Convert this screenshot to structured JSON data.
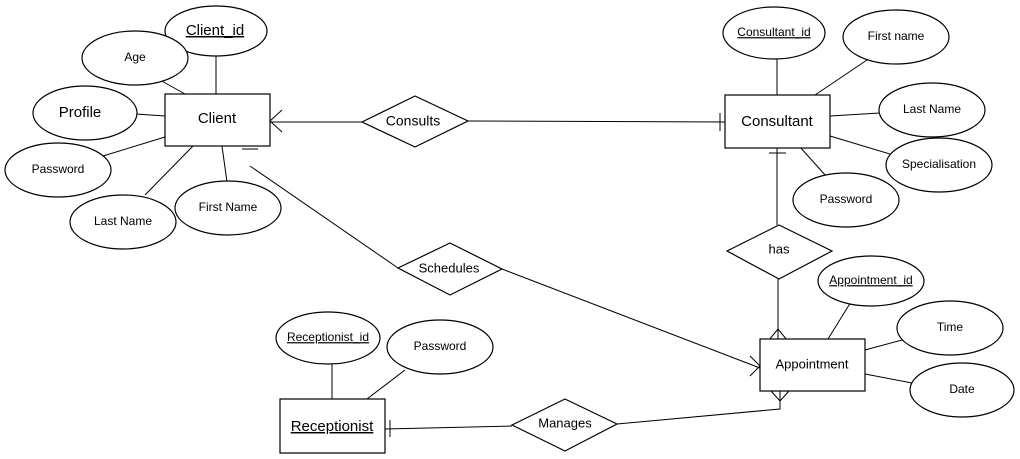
{
  "entities": {
    "client": "Client",
    "consultant": "Consultant",
    "appointment": "Appointment",
    "receptionist": "Receptionist"
  },
  "relationships": {
    "consults": "Consults",
    "schedules": "Schedules",
    "has": "has",
    "manages": "Manages"
  },
  "client_attributes": {
    "client_id": "Client_id",
    "age": "Age",
    "profile": "Profile",
    "password": "Password",
    "last_name": "Last Name",
    "first_name": "First Name"
  },
  "consultant_attributes": {
    "consultant_id": "Consultant_id",
    "first_name": "First name",
    "last_name": "Last Name",
    "specialisation": "Specialisation",
    "password": "Password"
  },
  "appointment_attributes": {
    "appointment_id": "Appointment_id",
    "time": "Time",
    "date": "Date"
  },
  "receptionist_attributes": {
    "receptionist_id": "Receptionist_id",
    "password": "Password"
  }
}
